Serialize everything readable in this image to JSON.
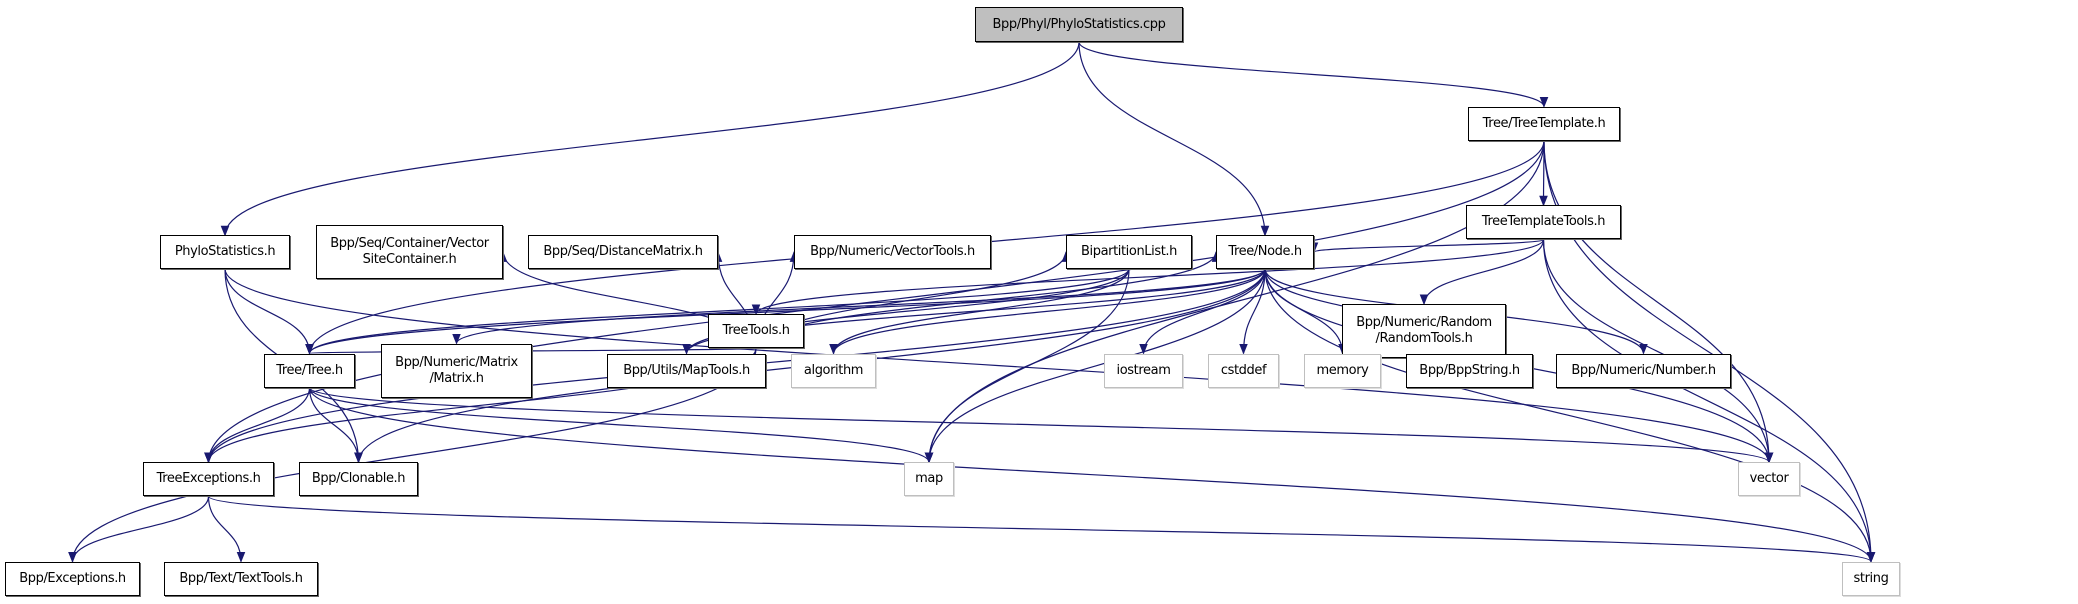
{
  "colors": {
    "edge": "#191970",
    "root_fill": "#bfbfbf",
    "system_border": "#bfbfbf"
  },
  "nodes": {
    "root": {
      "label": "Bpp/Phyl/PhyloStatistics.cpp",
      "kind": "root"
    },
    "treetemplate": {
      "label": "Tree/TreeTemplate.h",
      "kind": "doc"
    },
    "treetemplatetools": {
      "label": "TreeTemplateTools.h",
      "kind": "doc"
    },
    "randomtools": {
      "label": "Bpp/Numeric/Random\n/RandomTools.h",
      "kind": "doc"
    },
    "treetools": {
      "label": "TreeTools.h",
      "kind": "doc"
    },
    "phylostatistics": {
      "label": "PhyloStatistics.h",
      "kind": "doc"
    },
    "vectorsite": {
      "label": "Bpp/Seq/Container/Vector\nSiteContainer.h",
      "kind": "doc"
    },
    "distancematrix": {
      "label": "Bpp/Seq/DistanceMatrix.h",
      "kind": "doc"
    },
    "vectortools": {
      "label": "Bpp/Numeric/VectorTools.h",
      "kind": "doc"
    },
    "bipartition": {
      "label": "BipartitionList.h",
      "kind": "doc"
    },
    "node": {
      "label": "Tree/Node.h",
      "kind": "doc"
    },
    "tree": {
      "label": "Tree/Tree.h",
      "kind": "doc"
    },
    "matrix": {
      "label": "Bpp/Numeric/Matrix\n/Matrix.h",
      "kind": "doc"
    },
    "maptools": {
      "label": "Bpp/Utils/MapTools.h",
      "kind": "doc"
    },
    "algorithm": {
      "label": "algorithm",
      "kind": "system"
    },
    "iostream": {
      "label": "iostream",
      "kind": "system"
    },
    "cstddef": {
      "label": "cstddef",
      "kind": "system"
    },
    "memory": {
      "label": "memory",
      "kind": "system"
    },
    "bppstring": {
      "label": "Bpp/BppString.h",
      "kind": "doc"
    },
    "number": {
      "label": "Bpp/Numeric/Number.h",
      "kind": "doc"
    },
    "treeexceptions": {
      "label": "TreeExceptions.h",
      "kind": "doc"
    },
    "clonable": {
      "label": "Bpp/Clonable.h",
      "kind": "doc"
    },
    "map": {
      "label": "map",
      "kind": "system"
    },
    "vector": {
      "label": "vector",
      "kind": "system"
    },
    "exceptions": {
      "label": "Bpp/Exceptions.h",
      "kind": "doc"
    },
    "texttools": {
      "label": "Bpp/Text/TextTools.h",
      "kind": "doc"
    },
    "string": {
      "label": "string",
      "kind": "system"
    }
  },
  "edges": [
    [
      "root",
      "treetemplate"
    ],
    [
      "root",
      "phylostatistics"
    ],
    [
      "root",
      "node"
    ],
    [
      "treetemplate",
      "treetemplatetools"
    ],
    [
      "treetemplate",
      "treeexceptions"
    ],
    [
      "treetemplate",
      "tree"
    ],
    [
      "treetemplate",
      "map"
    ],
    [
      "treetemplate",
      "vector"
    ],
    [
      "treetemplate",
      "string"
    ],
    [
      "treetemplatetools",
      "treetools"
    ],
    [
      "treetemplatetools",
      "randomtools"
    ],
    [
      "treetemplatetools",
      "node"
    ],
    [
      "treetemplatetools",
      "vector"
    ],
    [
      "treetemplatetools",
      "string"
    ],
    [
      "treetools",
      "exceptions"
    ],
    [
      "treetools",
      "treeexceptions"
    ],
    [
      "treetools",
      "vectorsite"
    ],
    [
      "treetools",
      "distancematrix"
    ],
    [
      "treetools",
      "tree"
    ],
    [
      "treetools",
      "vectortools"
    ],
    [
      "treetools",
      "bipartition"
    ],
    [
      "treetools",
      "node"
    ],
    [
      "phylostatistics",
      "tree"
    ],
    [
      "phylostatistics",
      "clonable"
    ],
    [
      "phylostatistics",
      "vector"
    ],
    [
      "bipartition",
      "tree"
    ],
    [
      "bipartition",
      "maptools"
    ],
    [
      "bipartition",
      "algorithm"
    ],
    [
      "bipartition",
      "map"
    ],
    [
      "node",
      "tree"
    ],
    [
      "node",
      "matrix"
    ],
    [
      "node",
      "maptools"
    ],
    [
      "node",
      "algorithm"
    ],
    [
      "node",
      "iostream"
    ],
    [
      "node",
      "cstddef"
    ],
    [
      "node",
      "memory"
    ],
    [
      "node",
      "bppstring"
    ],
    [
      "node",
      "number"
    ],
    [
      "node",
      "vector"
    ],
    [
      "node",
      "string"
    ],
    [
      "node",
      "map"
    ],
    [
      "node",
      "treeexceptions"
    ],
    [
      "node",
      "clonable"
    ],
    [
      "tree",
      "treeexceptions"
    ],
    [
      "tree",
      "clonable"
    ],
    [
      "tree",
      "map"
    ],
    [
      "tree",
      "vector"
    ],
    [
      "tree",
      "string"
    ],
    [
      "treeexceptions",
      "exceptions"
    ],
    [
      "treeexceptions",
      "texttools"
    ],
    [
      "treeexceptions",
      "string"
    ]
  ]
}
